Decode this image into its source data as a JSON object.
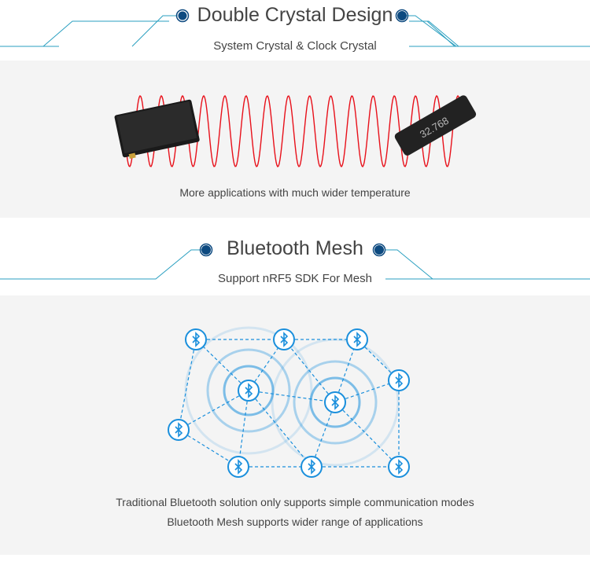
{
  "section1": {
    "title": "Double Crystal Design",
    "subtitle": "System Crystal & Clock Crystal",
    "caption": "More applications with much wider temperature",
    "crystal_label": "32.768"
  },
  "section2": {
    "title": "Bluetooth Mesh",
    "subtitle": "Support nRF5 SDK For Mesh",
    "caption_lines": [
      "Traditional Bluetooth solution only supports simple communication modes",
      "Bluetooth Mesh supports wider range of applications"
    ]
  },
  "colors": {
    "accent": "#0d4a80",
    "line": "#2a9fc0",
    "wave": "#e8101a",
    "bt": "#1a8fdc"
  }
}
